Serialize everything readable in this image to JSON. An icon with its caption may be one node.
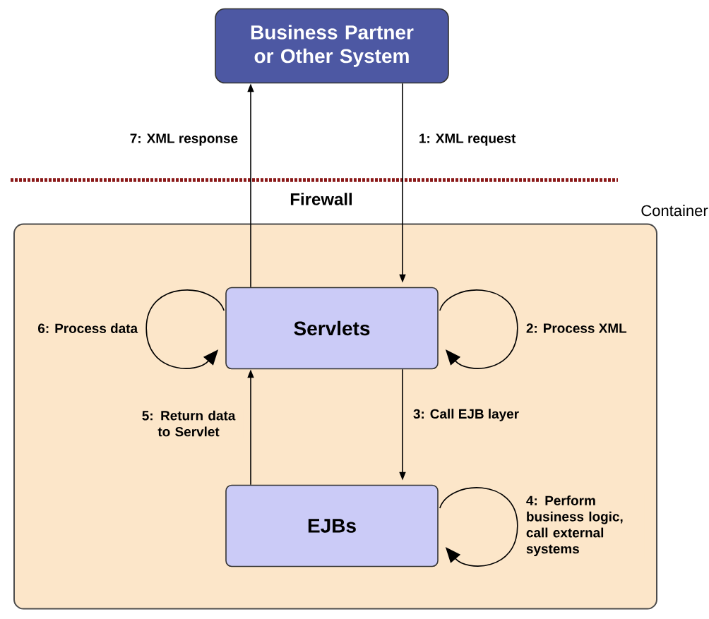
{
  "diagram": {
    "nodes": [
      {
        "text": [
          "Business Partner or Other System"
        ]
      },
      {
        "text": [
          "Container"
        ]
      },
      {
        "text": [
          "Servlets"
        ],
        "in": 1
      },
      {
        "text": [
          "EJBs"
        ],
        "in": 1
      }
    ],
    "edges": [
      {
        "from": 0,
        "to": 2,
        "arrow": "to",
        "label": "1: XML request"
      },
      {
        "from": 2,
        "to": 2,
        "arrow": "to",
        "label": "2: Process XML"
      },
      {
        "from": 2,
        "to": 3,
        "arrow": "to",
        "label": "3: Call EJB layer"
      },
      {
        "from": 3,
        "to": 3,
        "arrow": "to",
        "label": "4: Perform business logic, call external systems"
      },
      {
        "from": 3,
        "to": 2,
        "arrow": "to",
        "label": "5: Return data to Servlet"
      },
      {
        "from": 2,
        "to": 2,
        "arrow": "to",
        "label": "6: Process data"
      },
      {
        "from": 2,
        "to": 0,
        "arrow": "to",
        "label": "7: XML response"
      }
    ],
    "labels": [
      "Firewall"
    ]
  }
}
